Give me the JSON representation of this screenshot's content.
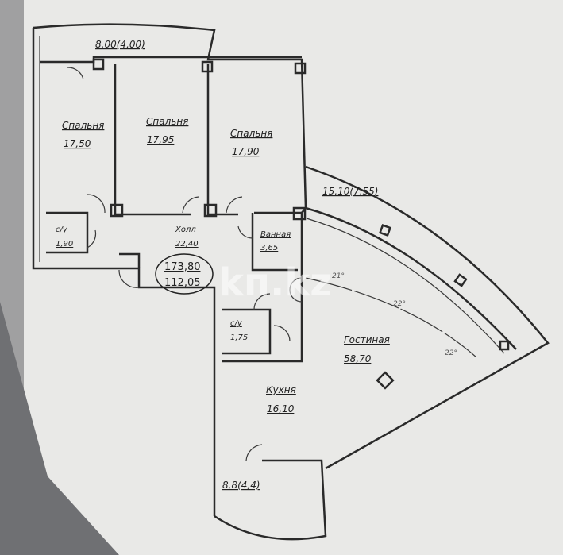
{
  "rooms": [
    {
      "name": "Спальня",
      "area": "17,50"
    },
    {
      "name": "Спальня",
      "area": "17,95"
    },
    {
      "name": "Спальня",
      "area": "17,90"
    },
    {
      "name": "с/у",
      "area": "1,90"
    },
    {
      "name": "Холл",
      "area": "22,40"
    },
    {
      "name": "Ванная",
      "area": "3,65"
    },
    {
      "name": "с/у",
      "area": "1,75"
    },
    {
      "name": "Кухня",
      "area": "16,10"
    },
    {
      "name": "Гостиная",
      "area": "58,70"
    }
  ],
  "balconies": [
    "8,00(4,00)",
    "15,10(7,55)",
    "8,8(4,4)"
  ],
  "total_area": "173,80",
  "living_area": "112,05",
  "angles": [
    "21°",
    "22°",
    "22°"
  ],
  "watermark": "kп.kz",
  "colors": {
    "paper": "#e9e9e7",
    "background": "#6f7073",
    "ink": "#2a2a2a"
  }
}
